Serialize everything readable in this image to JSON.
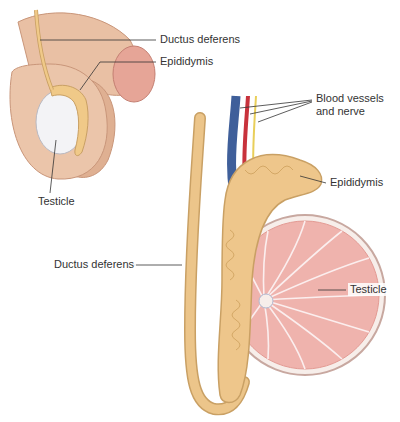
{
  "diagram": {
    "labels": [
      "Ductus deferens",
      "Epididymis",
      "Blood vessels and nerve",
      "Epididymis",
      "Testicle",
      "Ductus deferens",
      "Testicle"
    ]
  }
}
